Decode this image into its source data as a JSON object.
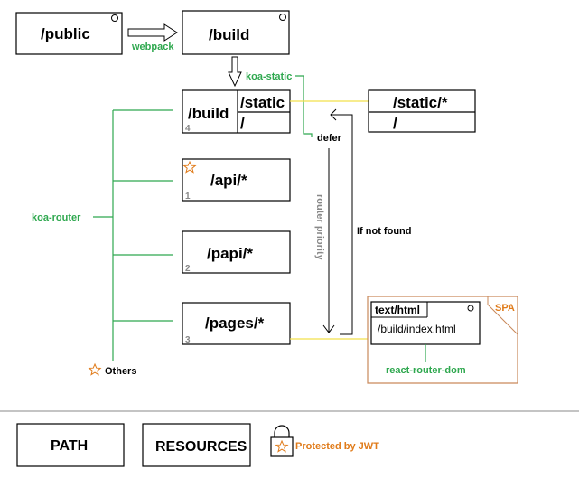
{
  "nodes": {
    "public": "/public",
    "build_top": "/build",
    "build_mid": "/build",
    "static_sub": "/static",
    "root_sub": "/",
    "static_dest": "/static/*",
    "static_dest_root": "/",
    "api": "/api/*",
    "papi": "/papi/*",
    "pages": "/pages/*",
    "spa_content_type": "text/html",
    "spa_file": "/build/index.html"
  },
  "priorities": {
    "build": "4",
    "api": "1",
    "papi": "2",
    "pages": "3"
  },
  "labels": {
    "webpack": "webpack",
    "koa_static": "koa-static",
    "defer": "defer",
    "router_priority": "router priority",
    "if_not_found": "If not found",
    "koa_router": "koa-router",
    "others": "Others",
    "spa": "SPA",
    "react_router_dom": "react-router-dom"
  },
  "legend": {
    "path": "PATH",
    "resources": "RESOURCES",
    "protected": "Protected by JWT"
  },
  "colors": {
    "green": "#2fa84f",
    "yellow": "#f2e04a",
    "orange": "#e07b1a",
    "spa_border": "#c9895a",
    "gray": "#888888"
  },
  "icons": {
    "star": "star-icon",
    "lock": "lock-icon",
    "circle": "circle-icon"
  }
}
